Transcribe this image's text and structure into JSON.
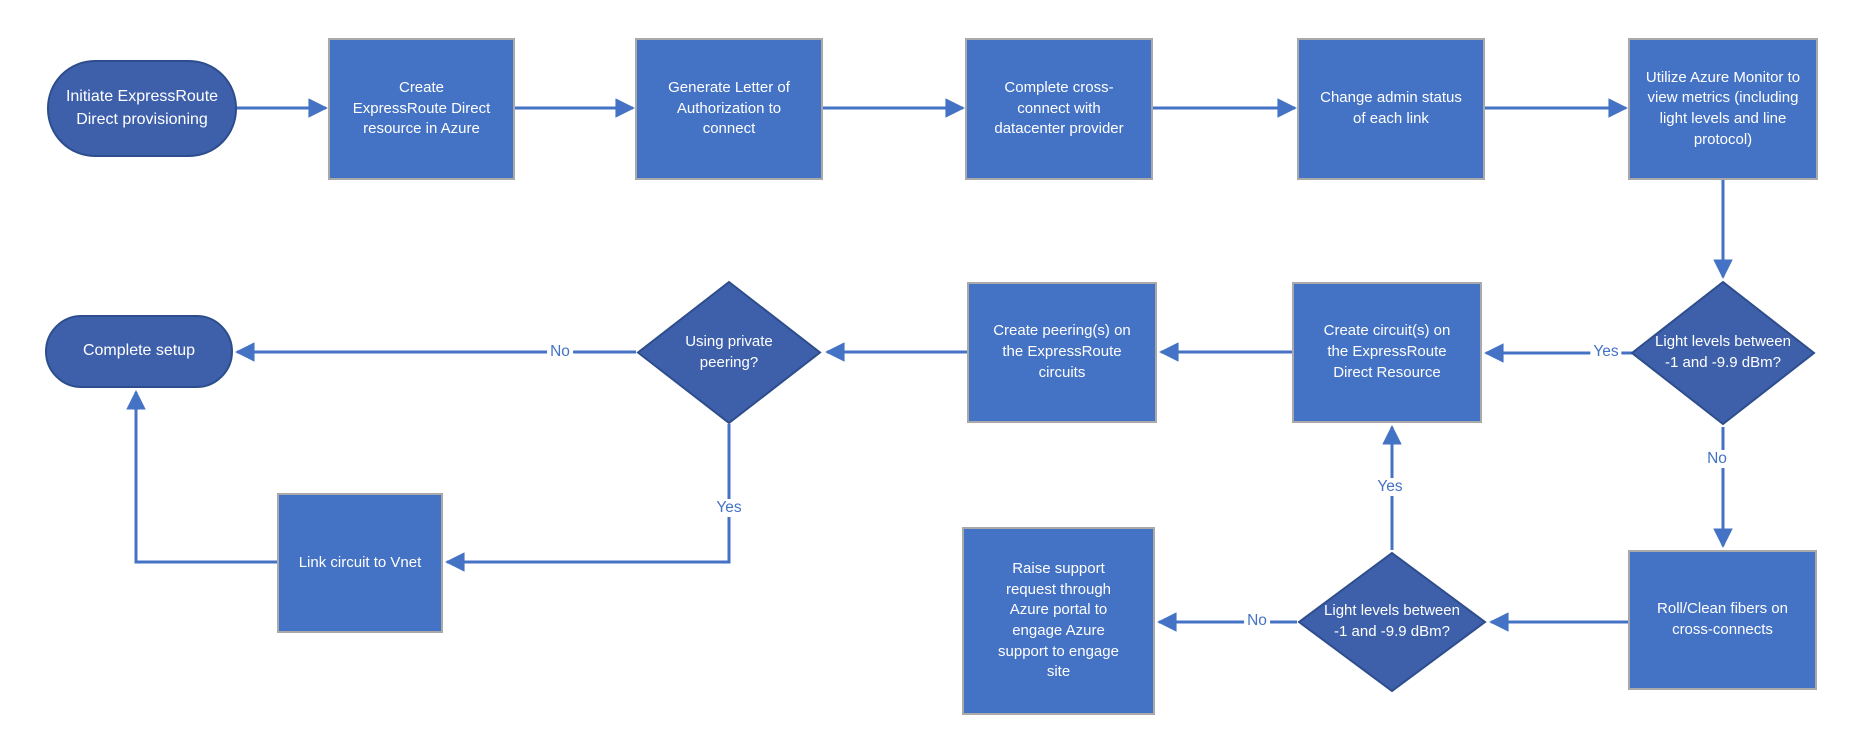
{
  "colors": {
    "background": "#FFFFFF",
    "process-fill": "#4472C4",
    "process-border": "#A9A9A9",
    "decision-fill": "#3E60AB",
    "decision-border": "#2E4D8C",
    "terminal-fill": "#3E60AB",
    "terminal-border": "#2E4D8C",
    "connector": "#4472C4",
    "node-text": "#FFFFFF",
    "label-text": "#4472C4"
  },
  "nodes": [
    {
      "id": "initiate-provisioning",
      "shape": "terminal",
      "label": "Initiate ExpressRoute Direct provisioning"
    },
    {
      "id": "create-erd-resource",
      "shape": "process",
      "label": "Create ExpressRoute Direct resource in Azure"
    },
    {
      "id": "generate-loa",
      "shape": "process",
      "label": "Generate Letter of Authorization to connect"
    },
    {
      "id": "complete-cross-connect",
      "shape": "process",
      "label": "Complete cross-connect with datacenter provider"
    },
    {
      "id": "change-admin-status",
      "shape": "process",
      "label": "Change admin status of each link"
    },
    {
      "id": "azure-monitor-metrics",
      "shape": "process",
      "label": "Utilize Azure Monitor to view metrics (including light levels and line protocol)"
    },
    {
      "id": "light-levels-check-1",
      "shape": "decision",
      "label": "Light levels between -1 and -9.9 dBm?"
    },
    {
      "id": "create-circuits",
      "shape": "process",
      "label": "Create circuit(s) on the ExpressRoute Direct Resource"
    },
    {
      "id": "create-peerings",
      "shape": "process",
      "label": "Create peering(s) on the ExpressRoute circuits"
    },
    {
      "id": "private-peering-check",
      "shape": "decision",
      "label": "Using private peering?"
    },
    {
      "id": "complete-setup",
      "shape": "terminal",
      "label": "Complete setup"
    },
    {
      "id": "link-circuit-vnet",
      "shape": "process",
      "label": "Link circuit to Vnet"
    },
    {
      "id": "light-levels-check-2",
      "shape": "decision",
      "label": "Light levels between -1 and -9.9 dBm?"
    },
    {
      "id": "roll-clean-fibers",
      "shape": "process",
      "label": "Roll/Clean fibers on cross-connects"
    },
    {
      "id": "raise-support-request",
      "shape": "process",
      "label": "Raise support request through Azure portal to engage Azure support to engage site"
    }
  ],
  "connectors": [
    {
      "from": "initiate-provisioning",
      "to": "create-erd-resource",
      "label": ""
    },
    {
      "from": "create-erd-resource",
      "to": "generate-loa",
      "label": ""
    },
    {
      "from": "generate-loa",
      "to": "complete-cross-connect",
      "label": ""
    },
    {
      "from": "complete-cross-connect",
      "to": "change-admin-status",
      "label": ""
    },
    {
      "from": "change-admin-status",
      "to": "azure-monitor-metrics",
      "label": ""
    },
    {
      "from": "azure-monitor-metrics",
      "to": "light-levels-check-1",
      "label": ""
    },
    {
      "from": "light-levels-check-1",
      "to": "create-circuits",
      "label": "Yes"
    },
    {
      "from": "create-circuits",
      "to": "create-peerings",
      "label": ""
    },
    {
      "from": "create-peerings",
      "to": "private-peering-check",
      "label": ""
    },
    {
      "from": "private-peering-check",
      "to": "complete-setup",
      "label": "No"
    },
    {
      "from": "private-peering-check",
      "to": "link-circuit-vnet",
      "label": "Yes"
    },
    {
      "from": "link-circuit-vnet",
      "to": "complete-setup",
      "label": ""
    },
    {
      "from": "light-levels-check-1",
      "to": "roll-clean-fibers",
      "label": "No"
    },
    {
      "from": "roll-clean-fibers",
      "to": "light-levels-check-2",
      "label": ""
    },
    {
      "from": "light-levels-check-2",
      "to": "create-circuits",
      "label": "Yes"
    },
    {
      "from": "light-levels-check-2",
      "to": "raise-support-request",
      "label": "No"
    }
  ]
}
